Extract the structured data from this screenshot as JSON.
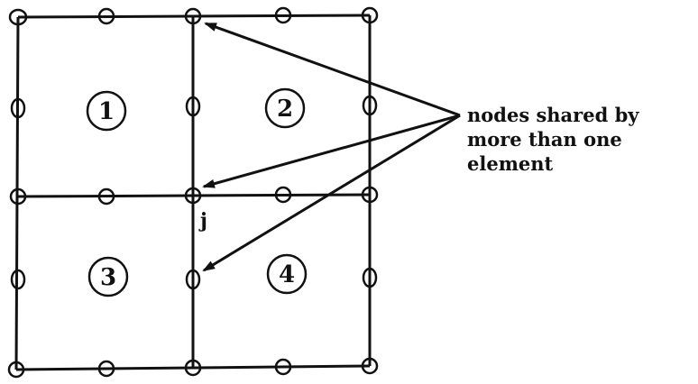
{
  "elements": [
    {
      "label": "1"
    },
    {
      "label": "2"
    },
    {
      "label": "3"
    },
    {
      "label": "4"
    }
  ],
  "node_label": "j",
  "callout": {
    "lines": [
      "nodes shared by",
      "more than one",
      "element"
    ]
  },
  "colors": {
    "ink": "#111111",
    "background": "#ffffff"
  }
}
